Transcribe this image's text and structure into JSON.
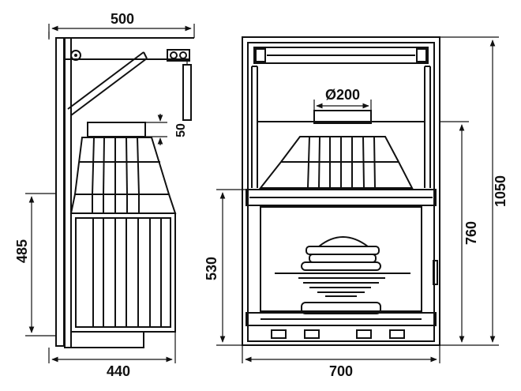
{
  "dimensions": {
    "side_width_top": "500",
    "side_width_bottom": "440",
    "side_height_left": "485",
    "side_offset": "50",
    "front_diameter": "Ø200",
    "front_height_inner": "530",
    "front_height_mid": "760",
    "front_height_total": "1050",
    "front_width_bottom": "700"
  },
  "colors": {
    "ink": "#111111",
    "background": "#ffffff"
  }
}
